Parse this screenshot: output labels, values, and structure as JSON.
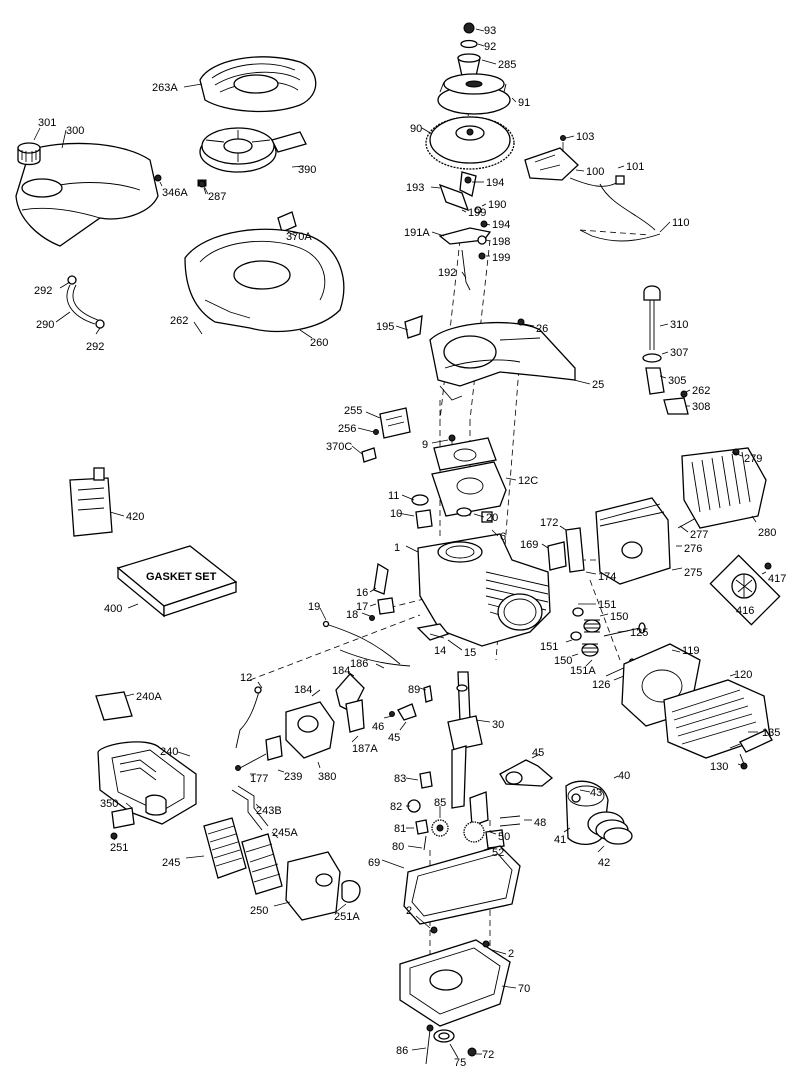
{
  "gasket_box_text": "GASKET SET",
  "parts": [
    {
      "id": "p93",
      "label": "93"
    },
    {
      "id": "p92",
      "label": "92"
    },
    {
      "id": "p285",
      "label": "285"
    },
    {
      "id": "p91",
      "label": "91"
    },
    {
      "id": "p90",
      "label": "90"
    },
    {
      "id": "p103",
      "label": "103"
    },
    {
      "id": "p100",
      "label": "100"
    },
    {
      "id": "p101",
      "label": "101"
    },
    {
      "id": "p193",
      "label": "193"
    },
    {
      "id": "p194a",
      "label": "194"
    },
    {
      "id": "p190",
      "label": "190"
    },
    {
      "id": "p199a",
      "label": "199"
    },
    {
      "id": "p191A",
      "label": "191A"
    },
    {
      "id": "p194b",
      "label": "194"
    },
    {
      "id": "p198",
      "label": "198"
    },
    {
      "id": "p199b",
      "label": "199"
    },
    {
      "id": "p192",
      "label": "192"
    },
    {
      "id": "p110",
      "label": "110"
    },
    {
      "id": "p263A",
      "label": "263A"
    },
    {
      "id": "p301",
      "label": "301"
    },
    {
      "id": "p300",
      "label": "300"
    },
    {
      "id": "p346A",
      "label": "346A"
    },
    {
      "id": "p287",
      "label": "287"
    },
    {
      "id": "p390",
      "label": "390"
    },
    {
      "id": "p370A",
      "label": "370A"
    },
    {
      "id": "p292a",
      "label": "292"
    },
    {
      "id": "p290",
      "label": "290"
    },
    {
      "id": "p292b",
      "label": "292"
    },
    {
      "id": "p262a",
      "label": "262"
    },
    {
      "id": "p260",
      "label": "260"
    },
    {
      "id": "p195",
      "label": "195"
    },
    {
      "id": "p26",
      "label": "26"
    },
    {
      "id": "p25",
      "label": "25"
    },
    {
      "id": "p310",
      "label": "310"
    },
    {
      "id": "p307",
      "label": "307"
    },
    {
      "id": "p305",
      "label": "305"
    },
    {
      "id": "p262b",
      "label": "262"
    },
    {
      "id": "p308",
      "label": "308"
    },
    {
      "id": "p255",
      "label": "255"
    },
    {
      "id": "p256",
      "label": "256"
    },
    {
      "id": "p370C",
      "label": "370C"
    },
    {
      "id": "p9",
      "label": "9"
    },
    {
      "id": "p279",
      "label": "279"
    },
    {
      "id": "p12C",
      "label": "12C"
    },
    {
      "id": "p420",
      "label": "420"
    },
    {
      "id": "p11",
      "label": "11"
    },
    {
      "id": "p10",
      "label": "10"
    },
    {
      "id": "p20",
      "label": "20"
    },
    {
      "id": "p6",
      "label": "6"
    },
    {
      "id": "p172",
      "label": "172"
    },
    {
      "id": "p277",
      "label": "277"
    },
    {
      "id": "p280",
      "label": "280"
    },
    {
      "id": "p276",
      "label": "276"
    },
    {
      "id": "p1",
      "label": "1"
    },
    {
      "id": "p169",
      "label": "169"
    },
    {
      "id": "p174",
      "label": "174"
    },
    {
      "id": "p275",
      "label": "275"
    },
    {
      "id": "p417",
      "label": "417"
    },
    {
      "id": "p416",
      "label": "416"
    },
    {
      "id": "p400",
      "label": "400"
    },
    {
      "id": "p16",
      "label": "16"
    },
    {
      "id": "p17",
      "label": "17"
    },
    {
      "id": "p18",
      "label": "18"
    },
    {
      "id": "p19",
      "label": "19"
    },
    {
      "id": "p151a",
      "label": "151"
    },
    {
      "id": "p150a",
      "label": "150"
    },
    {
      "id": "p125",
      "label": "125"
    },
    {
      "id": "p14",
      "label": "14"
    },
    {
      "id": "p15",
      "label": "15"
    },
    {
      "id": "p151b",
      "label": "151"
    },
    {
      "id": "p150b",
      "label": "150"
    },
    {
      "id": "p151A",
      "label": "151A"
    },
    {
      "id": "p119",
      "label": "119"
    },
    {
      "id": "p186",
      "label": "186"
    },
    {
      "id": "p120",
      "label": "120"
    },
    {
      "id": "p126",
      "label": "126"
    },
    {
      "id": "p12",
      "label": "12"
    },
    {
      "id": "p184a",
      "label": "184"
    },
    {
      "id": "p184b",
      "label": "184"
    },
    {
      "id": "p240A",
      "label": "240A"
    },
    {
      "id": "p89",
      "label": "89"
    },
    {
      "id": "p30",
      "label": "30"
    },
    {
      "id": "p46",
      "label": "46"
    },
    {
      "id": "p187A",
      "label": "187A"
    },
    {
      "id": "p45a",
      "label": "45"
    },
    {
      "id": "p135",
      "label": "135"
    },
    {
      "id": "p240",
      "label": "240"
    },
    {
      "id": "p177",
      "label": "177"
    },
    {
      "id": "p239",
      "label": "239"
    },
    {
      "id": "p380",
      "label": "380"
    },
    {
      "id": "p45b",
      "label": "45"
    },
    {
      "id": "p130",
      "label": "130"
    },
    {
      "id": "p40",
      "label": "40"
    },
    {
      "id": "p83",
      "label": "83"
    },
    {
      "id": "p43",
      "label": "43"
    },
    {
      "id": "p243B",
      "label": "243B"
    },
    {
      "id": "p350",
      "label": "350"
    },
    {
      "id": "p82",
      "label": "82"
    },
    {
      "id": "p85",
      "label": "85"
    },
    {
      "id": "p48",
      "label": "48"
    },
    {
      "id": "p81",
      "label": "81"
    },
    {
      "id": "p50",
      "label": "50"
    },
    {
      "id": "p41",
      "label": "41"
    },
    {
      "id": "p245A",
      "label": "245A"
    },
    {
      "id": "p251",
      "label": "251"
    },
    {
      "id": "p80",
      "label": "80"
    },
    {
      "id": "p52",
      "label": "52"
    },
    {
      "id": "p42",
      "label": "42"
    },
    {
      "id": "p245",
      "label": "245"
    },
    {
      "id": "p69",
      "label": "69"
    },
    {
      "id": "p250",
      "label": "250"
    },
    {
      "id": "p251A",
      "label": "251A"
    },
    {
      "id": "p2a",
      "label": "2"
    },
    {
      "id": "p2b",
      "label": "2"
    },
    {
      "id": "p70",
      "label": "70"
    },
    {
      "id": "p86",
      "label": "86"
    },
    {
      "id": "p75",
      "label": "75"
    },
    {
      "id": "p72",
      "label": "72"
    }
  ]
}
